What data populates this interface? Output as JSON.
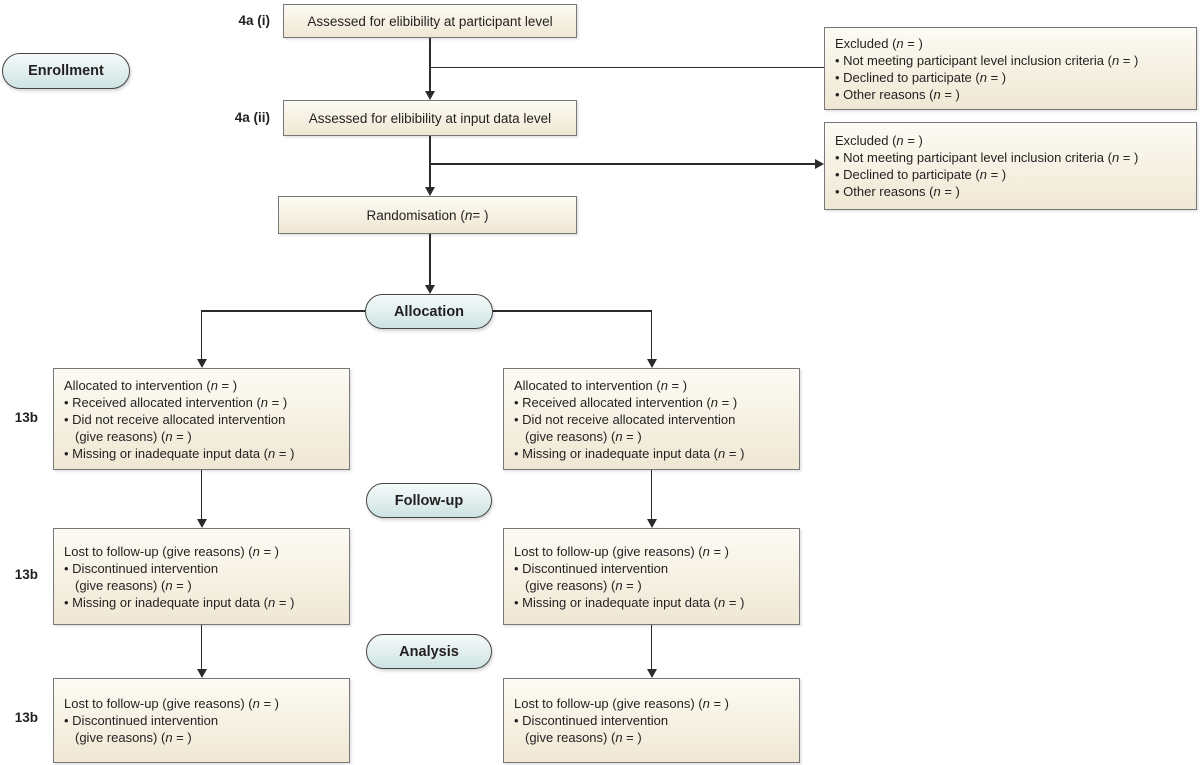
{
  "palette": {
    "background": "#ffffff",
    "text_color": "#231f20",
    "line_color": "#2b2b2b",
    "box_border": "#77787b",
    "box_bg_top": "#fdfbf4",
    "box_bg_bottom": "#efe7d3",
    "pill_border": "#454545",
    "pill_bg_top": "#f6fbfa",
    "pill_bg_bottom": "#cde3e3"
  },
  "stages": {
    "enrollment": "Enrollment",
    "allocation": "Allocation",
    "followup": "Follow-up",
    "analysis": "Analysis"
  },
  "side_labels": {
    "assessed_participant": "4a (i)",
    "assessed_input": "4a (ii)",
    "allocation_row": "13b",
    "followup_row": "13b",
    "analysis_row": "13b"
  },
  "boxes": {
    "assessed_participant": "Assessed for elibibility at participant level",
    "assessed_input": "Assessed for elibibility at input data level",
    "randomisation": "Randomisation (n = )",
    "excluded_participant": {
      "lines": [
        {
          "text": "Excluded (n = )"
        },
        {
          "text": "Not meeting participant level inclusion criteria (n = )",
          "bullet": true
        },
        {
          "text": "Declined to participate (n = )",
          "bullet": true
        },
        {
          "text": "Other reasons (n = )",
          "bullet": true
        }
      ]
    },
    "excluded_input": {
      "lines": [
        {
          "text": "Excluded (n = )"
        },
        {
          "text": "Not meeting participant level inclusion criteria (n = )",
          "bullet": true
        },
        {
          "text": "Declined to participate (n = )",
          "bullet": true
        },
        {
          "text": "Other reasons (n = )",
          "bullet": true
        }
      ]
    },
    "allocated_left": {
      "lines": [
        {
          "text": "Allocated to intervention (n = )"
        },
        {
          "text": "Received allocated intervention (n = )",
          "bullet": true
        },
        {
          "text": "Did not receive allocated intervention",
          "bullet": true
        },
        {
          "text": "(give reasons) (n = )",
          "indent": true
        },
        {
          "text": "Missing or inadequate input data (n = )",
          "bullet": true
        }
      ]
    },
    "allocated_right": {
      "lines": [
        {
          "text": "Allocated to intervention (n = )"
        },
        {
          "text": "Received allocated intervention (n = )",
          "bullet": true
        },
        {
          "text": "Did not receive allocated intervention",
          "bullet": true
        },
        {
          "text": "(give reasons) (n = )",
          "indent": true
        },
        {
          "text": "Missing or inadequate input data (n = )",
          "bullet": true
        }
      ]
    },
    "lost_left": {
      "lines": [
        {
          "text": "Lost to follow-up (give reasons) (n = )"
        },
        {
          "text": "Discontinued intervention",
          "bullet": true
        },
        {
          "text": "(give reasons) (n = )",
          "indent": true
        },
        {
          "text": "Missing or inadequate input data (n = )",
          "bullet": true
        }
      ]
    },
    "lost_right": {
      "lines": [
        {
          "text": "Lost to follow-up (give reasons) (n = )"
        },
        {
          "text": "Discontinued intervention",
          "bullet": true
        },
        {
          "text": "(give reasons) (n = )",
          "indent": true
        },
        {
          "text": "Missing or inadequate input data (n = )",
          "bullet": true
        }
      ]
    },
    "analysis_left": {
      "lines": [
        {
          "text": "Lost to follow-up (give reasons) (n = )"
        },
        {
          "text": "Discontinued intervention",
          "bullet": true
        },
        {
          "text": "(give reasons) (n = )",
          "indent": true
        }
      ]
    },
    "analysis_right": {
      "lines": [
        {
          "text": "Lost to follow-up (give reasons) (n = )"
        },
        {
          "text": "Discontinued intervention",
          "bullet": true
        },
        {
          "text": "(give reasons) (n = )",
          "indent": true
        }
      ]
    }
  }
}
